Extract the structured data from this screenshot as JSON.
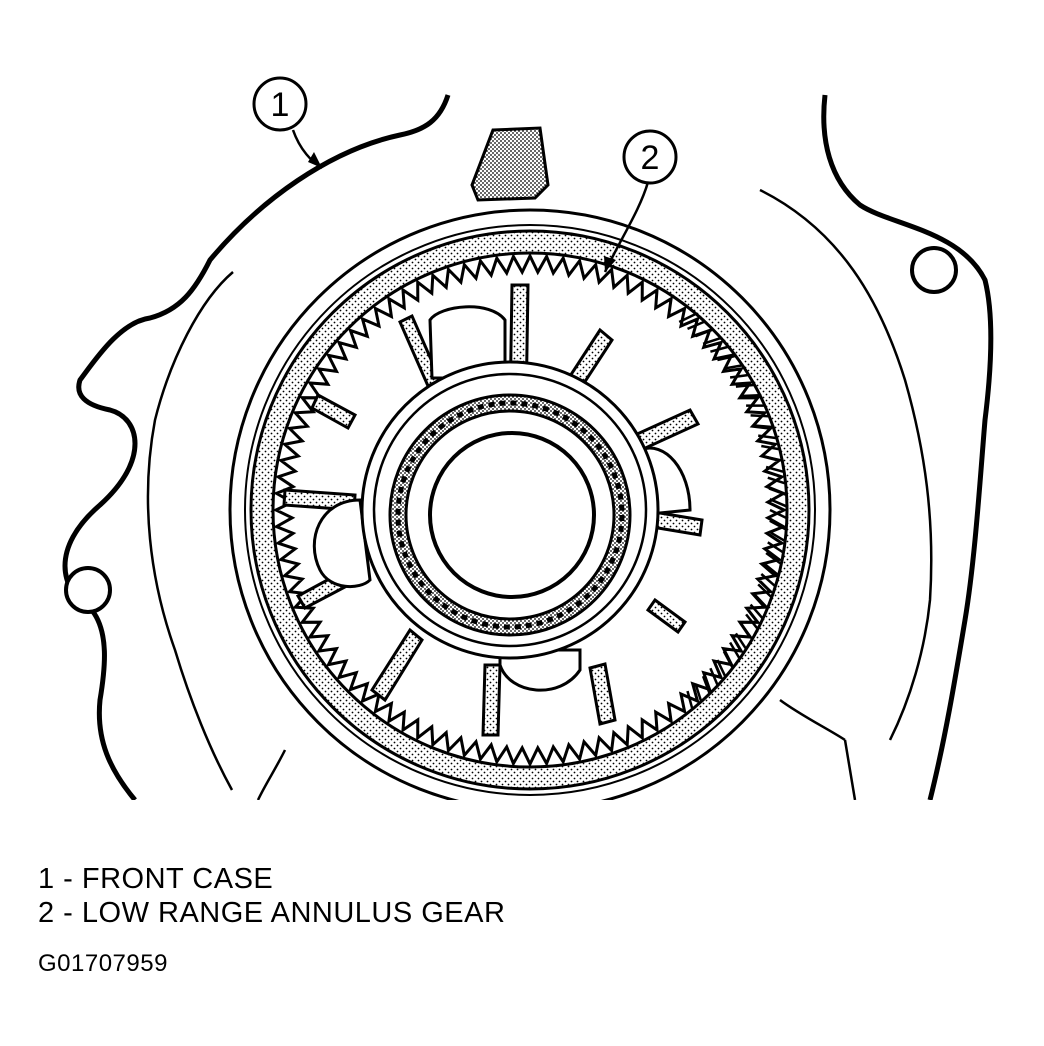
{
  "callouts": [
    {
      "number": "1"
    },
    {
      "number": "2"
    }
  ],
  "legend": [
    {
      "text": "1 - FRONT CASE"
    },
    {
      "text": "2 - LOW RANGE ANNULUS GEAR"
    }
  ],
  "figure_id": "G01707959"
}
